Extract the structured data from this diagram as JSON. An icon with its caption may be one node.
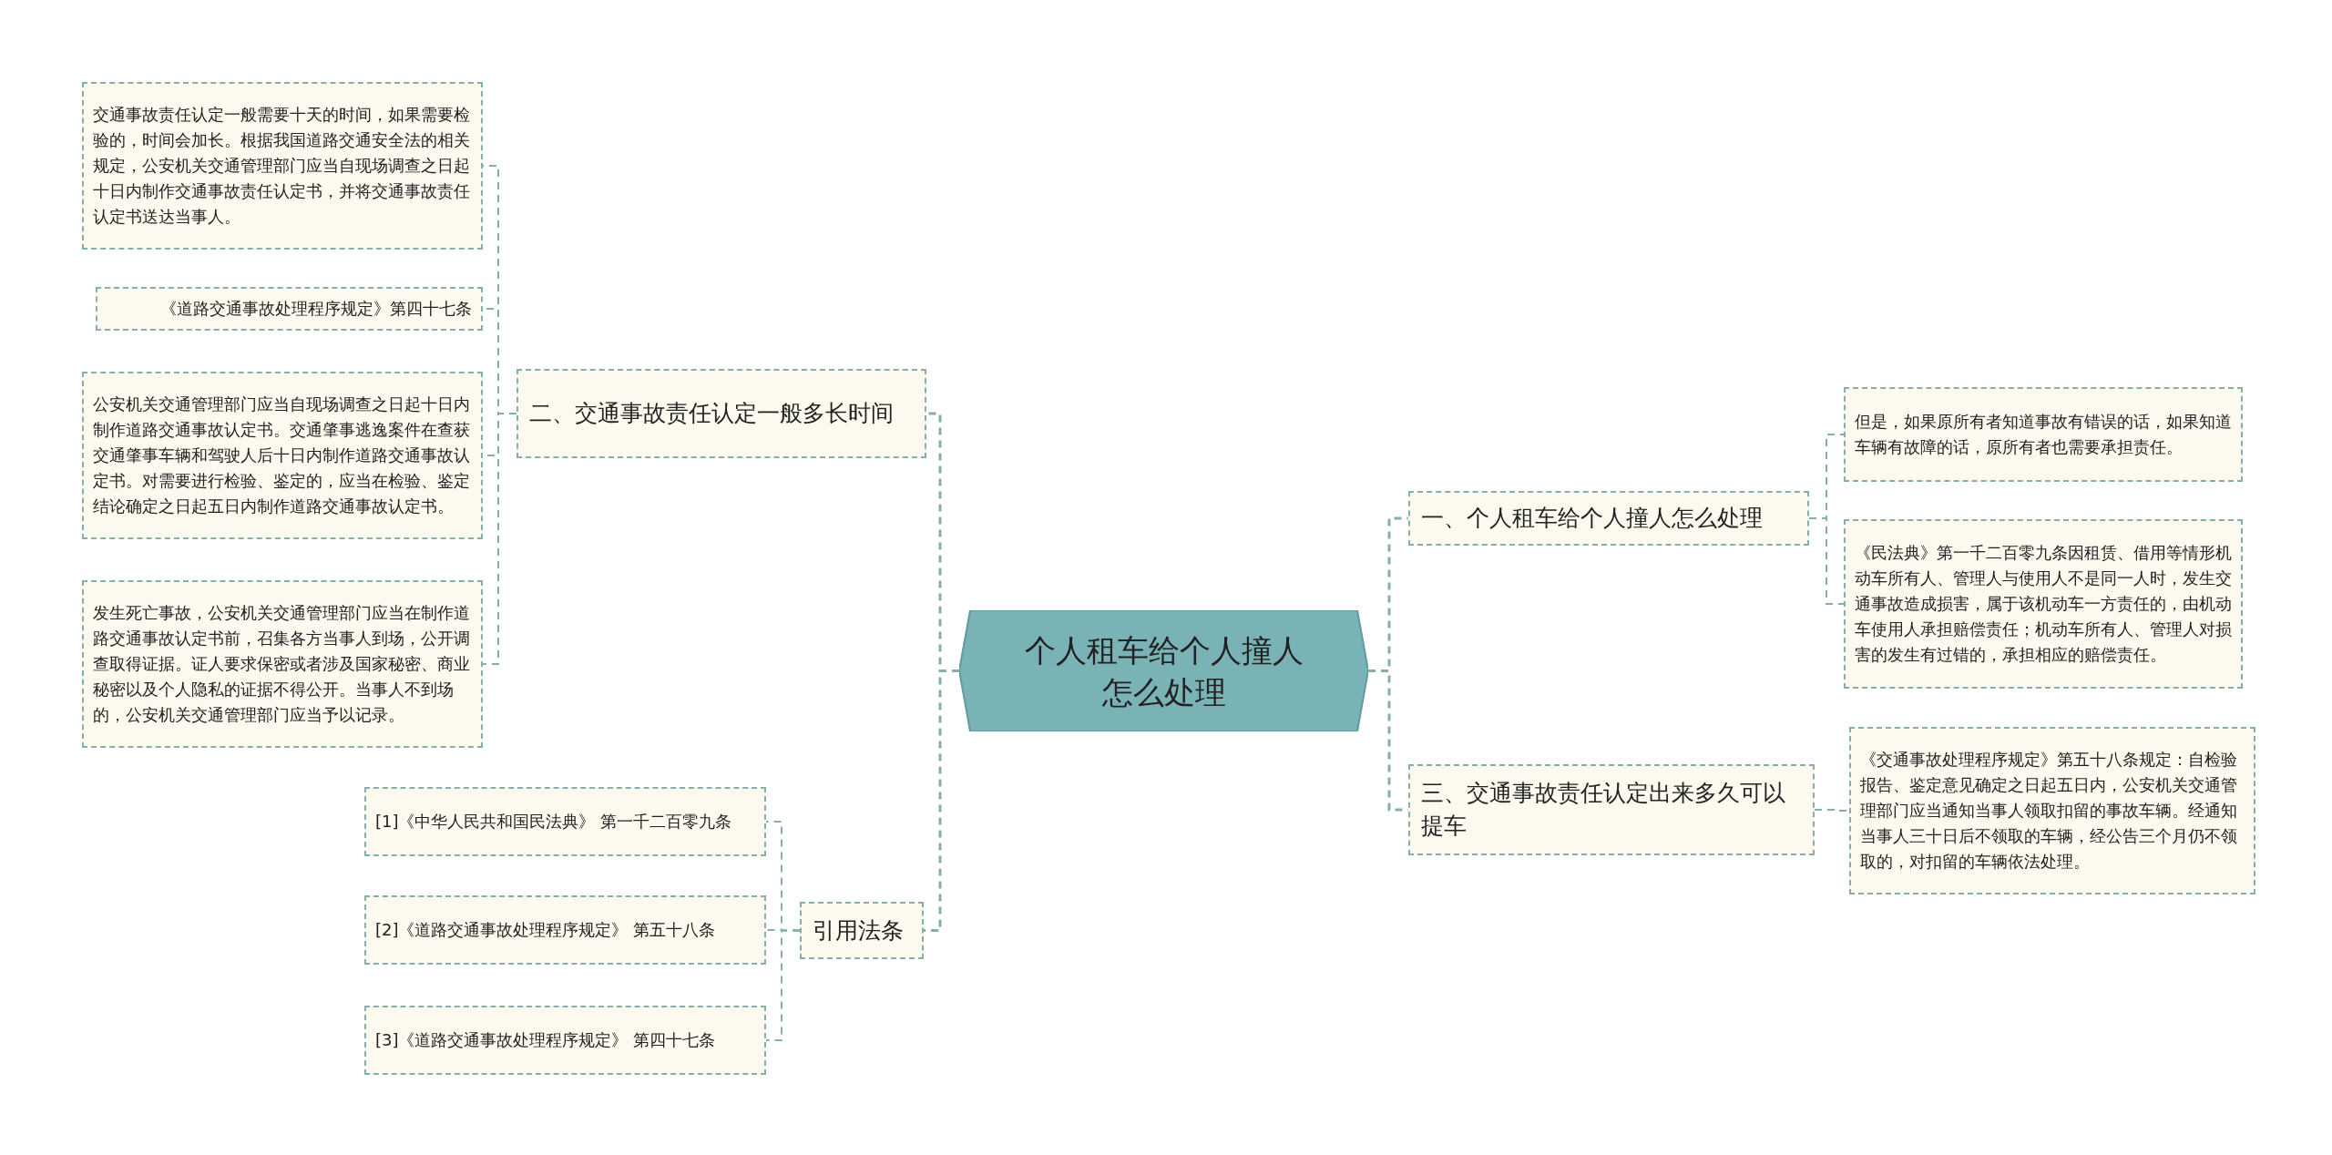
{
  "diagram": {
    "nodes": [
      {
        "text": [
          "个人租车给个人撞人怎么处理"
        ]
      },
      {
        "text": [
          "一、个人租车给个人撞人怎么处理"
        ]
      },
      {
        "text": [
          "但是，如果原所有者知道事故有错误的话，如果知道车辆有故障的话，原所有者也需要承担责任。"
        ]
      },
      {
        "text": [
          "《民法典》第一千二百零九条因租赁、借用等情形机动车所有人、管理人与使用人不是同一人时，发生交通事故造成损害，属于该机动车一方责任的，由机动车使用人承担赔偿责任；机动车所有人、管理人对损害的发生有过错的，承担相应的赔偿责任。"
        ]
      },
      {
        "text": [
          "三、交通事故责任认定出来多久可以提车"
        ]
      },
      {
        "text": [
          "《交通事故处理程序规定》第五十八条规定：自检验报告、鉴定意见确定之日起五日内，公安机关交通管理部门应当通知当事人领取扣留的事故车辆。经通知当事人三十日后不领取的车辆，经公告三个月仍不领取的，对扣留的车辆依法处理。"
        ]
      },
      {
        "text": [
          "二、交通事故责任认定一般多长时间"
        ]
      },
      {
        "text": [
          "交通事故责任认定一般需要十天的时间，如果需要检验的，时间会加长。根据我国道路交通安全法的相关规定，公安机关交通管理部门应当自现场调查之日起十日内制作交通事故责任认定书，并将交通事故责任认定书送达当事人。"
        ]
      },
      {
        "text": [
          "《道路交通事故处理程序规定》第四十七条"
        ]
      },
      {
        "text": [
          "公安机关交通管理部门应当自现场调查之日起十日内制作道路交通事故认定书。交通肇事逃逸案件在查获交通肇事车辆和驾驶人后十日内制作道路交通事故认定书。对需要进行检验、鉴定的，应当在检验、鉴定结论确定之日起五日内制作道路交通事故认定书。"
        ]
      },
      {
        "text": [
          "发生死亡事故，公安机关交通管理部门应当在制作道路交通事故认定书前，召集各方当事人到场，公开调查取得证据。证人要求保密或者涉及国家秘密、商业秘密以及个人隐私的证据不得公开。当事人不到场的，公安机关交通管理部门应当予以记录。"
        ]
      },
      {
        "text": [
          "引用法条"
        ]
      },
      {
        "text": [
          "[1]《中华人民共和国民法典》 第一千二百零九条"
        ]
      },
      {
        "text": [
          "[2]《道路交通事故处理程序规定》 第五十八条"
        ]
      },
      {
        "text": [
          "[3]《道路交通事故处理程序规定》 第四十七条"
        ]
      }
    ],
    "edges": [
      {
        "from": 0,
        "to": 1,
        "arrow": "none"
      },
      {
        "from": 0,
        "to": 4,
        "arrow": "none"
      },
      {
        "from": 0,
        "to": 6,
        "arrow": "none"
      },
      {
        "from": 0,
        "to": 11,
        "arrow": "none"
      },
      {
        "from": 1,
        "to": 2,
        "arrow": "none"
      },
      {
        "from": 1,
        "to": 3,
        "arrow": "none"
      },
      {
        "from": 4,
        "to": 5,
        "arrow": "none"
      },
      {
        "from": 6,
        "to": 7,
        "arrow": "none"
      },
      {
        "from": 6,
        "to": 8,
        "arrow": "none"
      },
      {
        "from": 6,
        "to": 9,
        "arrow": "none"
      },
      {
        "from": 6,
        "to": 10,
        "arrow": "none"
      },
      {
        "from": 11,
        "to": 12,
        "arrow": "none"
      },
      {
        "from": 11,
        "to": 13,
        "arrow": "none"
      },
      {
        "from": 11,
        "to": 14,
        "arrow": "none"
      }
    ]
  }
}
